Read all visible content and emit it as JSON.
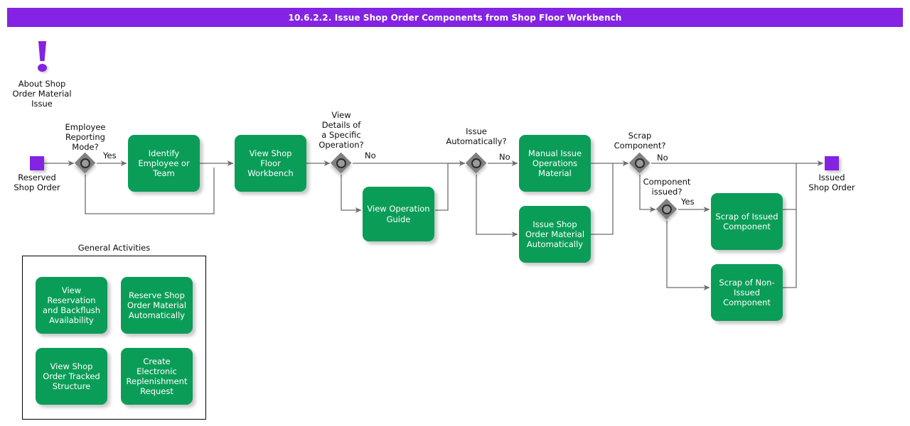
{
  "title_bar": {
    "text": "10.6.2.2. Issue Shop Order Components from Shop Floor Workbench"
  },
  "colors": {
    "accent_purple": "#8423E3",
    "task_green": "#0A9D58",
    "gateway_gray": "#808080",
    "connector_gray": "#6e6e6e",
    "text_dark": "#0d0d0d"
  },
  "annotation": {
    "icon": "exclamation-icon",
    "label": "About Shop\nOrder Material\nIssue"
  },
  "events": [
    {
      "id": "start",
      "name": "start-event-reserved-shop-order",
      "label": "Reserved\nShop Order"
    },
    {
      "id": "end",
      "name": "end-event-issued-shop-order",
      "label": "Issued\nShop Order"
    }
  ],
  "gateways": [
    {
      "id": "gw1",
      "label": "Employee\nReporting\nMode?"
    },
    {
      "id": "gw2",
      "label": "View\nDetails of\na Specific\nOperation?"
    },
    {
      "id": "gw3",
      "label": "Issue\nAutomatically?"
    },
    {
      "id": "gw4",
      "label": "Scrap\nComponent?"
    },
    {
      "id": "gw5",
      "label": "Component\nissued?"
    }
  ],
  "edge_labels": [
    {
      "id": "e1",
      "text": "Yes"
    },
    {
      "id": "e2",
      "text": "No"
    },
    {
      "id": "e3",
      "text": "No"
    },
    {
      "id": "e4",
      "text": "No"
    },
    {
      "id": "e5",
      "text": "Yes"
    }
  ],
  "tasks": [
    {
      "id": "t1",
      "label": "Identify\nEmployee or\nTeam"
    },
    {
      "id": "t2",
      "label": "View Shop Floor\nWorkbench"
    },
    {
      "id": "t3",
      "label": "View Operation\nGuide"
    },
    {
      "id": "t4",
      "label": "Manual Issue\nOperations\nMaterial"
    },
    {
      "id": "t5",
      "label": "Issue Shop\nOrder Material\nAutomatically"
    },
    {
      "id": "t6",
      "label": "Scrap of Issued\nComponent"
    },
    {
      "id": "t7",
      "label": "Scrap of Non-\nIssued\nComponent"
    }
  ],
  "general_activities": {
    "title": "General Activities",
    "items": [
      {
        "id": "g1",
        "label": "View\nReservation and\nBackflush\nAvailability"
      },
      {
        "id": "g2",
        "label": "Reserve Shop\nOrder Material\nAutomatically"
      },
      {
        "id": "g3",
        "label": "View Shop Order\nTracked\nStructure"
      },
      {
        "id": "g4",
        "label": "Create\nElectronic\nReplenishment\nRequest"
      }
    ]
  }
}
